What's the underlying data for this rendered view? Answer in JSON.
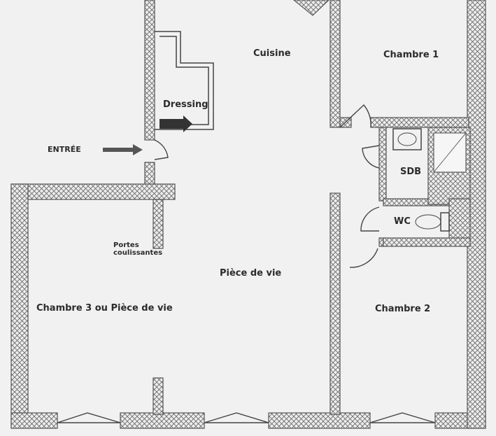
{
  "rooms": {
    "cuisine": "Cuisine",
    "chambre1": "Chambre 1",
    "dressing": "Dressing",
    "entree": "ENTRÉE",
    "sdb": "SDB",
    "wc": "WC",
    "portes": "Portes coulissantes",
    "piece_de_vie": "Pièce de vie",
    "chambre3": "Chambre 3 ou Pièce de vie",
    "chambre2": "Chambre 2"
  }
}
